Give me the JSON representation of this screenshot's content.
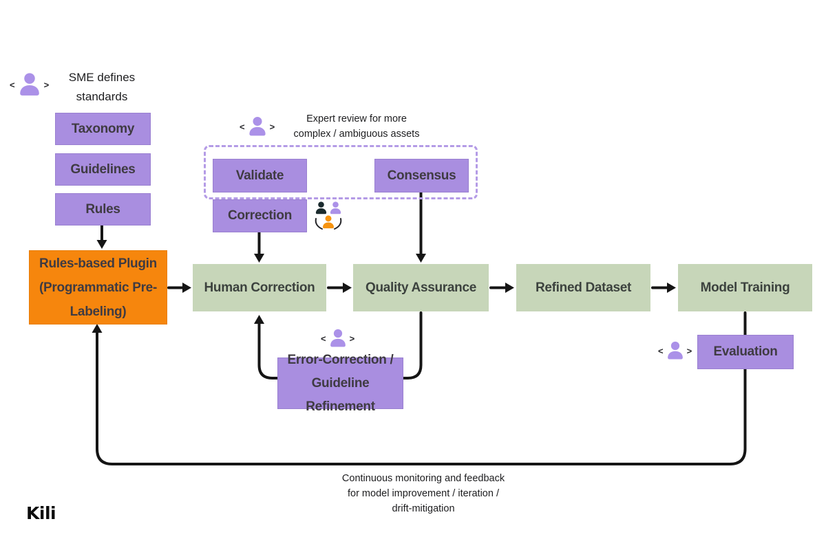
{
  "colors": {
    "node_purple": "#a98ee0",
    "node_green": "#c7d6b9",
    "node_orange": "#f6860d",
    "dashed_border_purple": "#b49be6",
    "connector_black": "#151515",
    "label_dark": "#3f3b42",
    "icon_purple": "#ab91e8",
    "icon_black": "#1b2b2e",
    "icon_orange": "#f6930f"
  },
  "icons": {
    "bracket_left": "<",
    "bracket_right": ">",
    "sme_person": "person-code-icon",
    "expert_person": "person-code-icon",
    "error_person": "person-code-icon",
    "eval_person": "person-code-icon",
    "collaboration": "multi-person-collaboration-icon"
  },
  "sme": {
    "line1": "SME defines",
    "line2": "standards"
  },
  "standards": {
    "items": [
      "Taxonomy",
      "Guidelines",
      "Rules"
    ]
  },
  "plugin": {
    "line1": "Rules-based Plugin",
    "line2": "(Programmatic Pre-",
    "line3": "Labeling)"
  },
  "expert_review": {
    "line1": "Expert review for more",
    "line2": "complex / ambiguous assets"
  },
  "review": {
    "validate": "Validate",
    "consensus": "Consensus",
    "correction": "Correction"
  },
  "flow": {
    "human_correction": "Human Correction",
    "quality_assurance": "Quality Assurance",
    "refined_dataset": "Refined Dataset",
    "model_training": "Model Training"
  },
  "error_loop": {
    "line1": "Error-Correction /",
    "line2": "Guideline Refinement"
  },
  "evaluation": {
    "label": "Evaluation"
  },
  "feedback": {
    "line1": "Continuous monitoring and feedback",
    "line2": "for model improvement / iteration /",
    "line3": "drift-mitigation"
  },
  "logo": {
    "text": "Kili"
  }
}
